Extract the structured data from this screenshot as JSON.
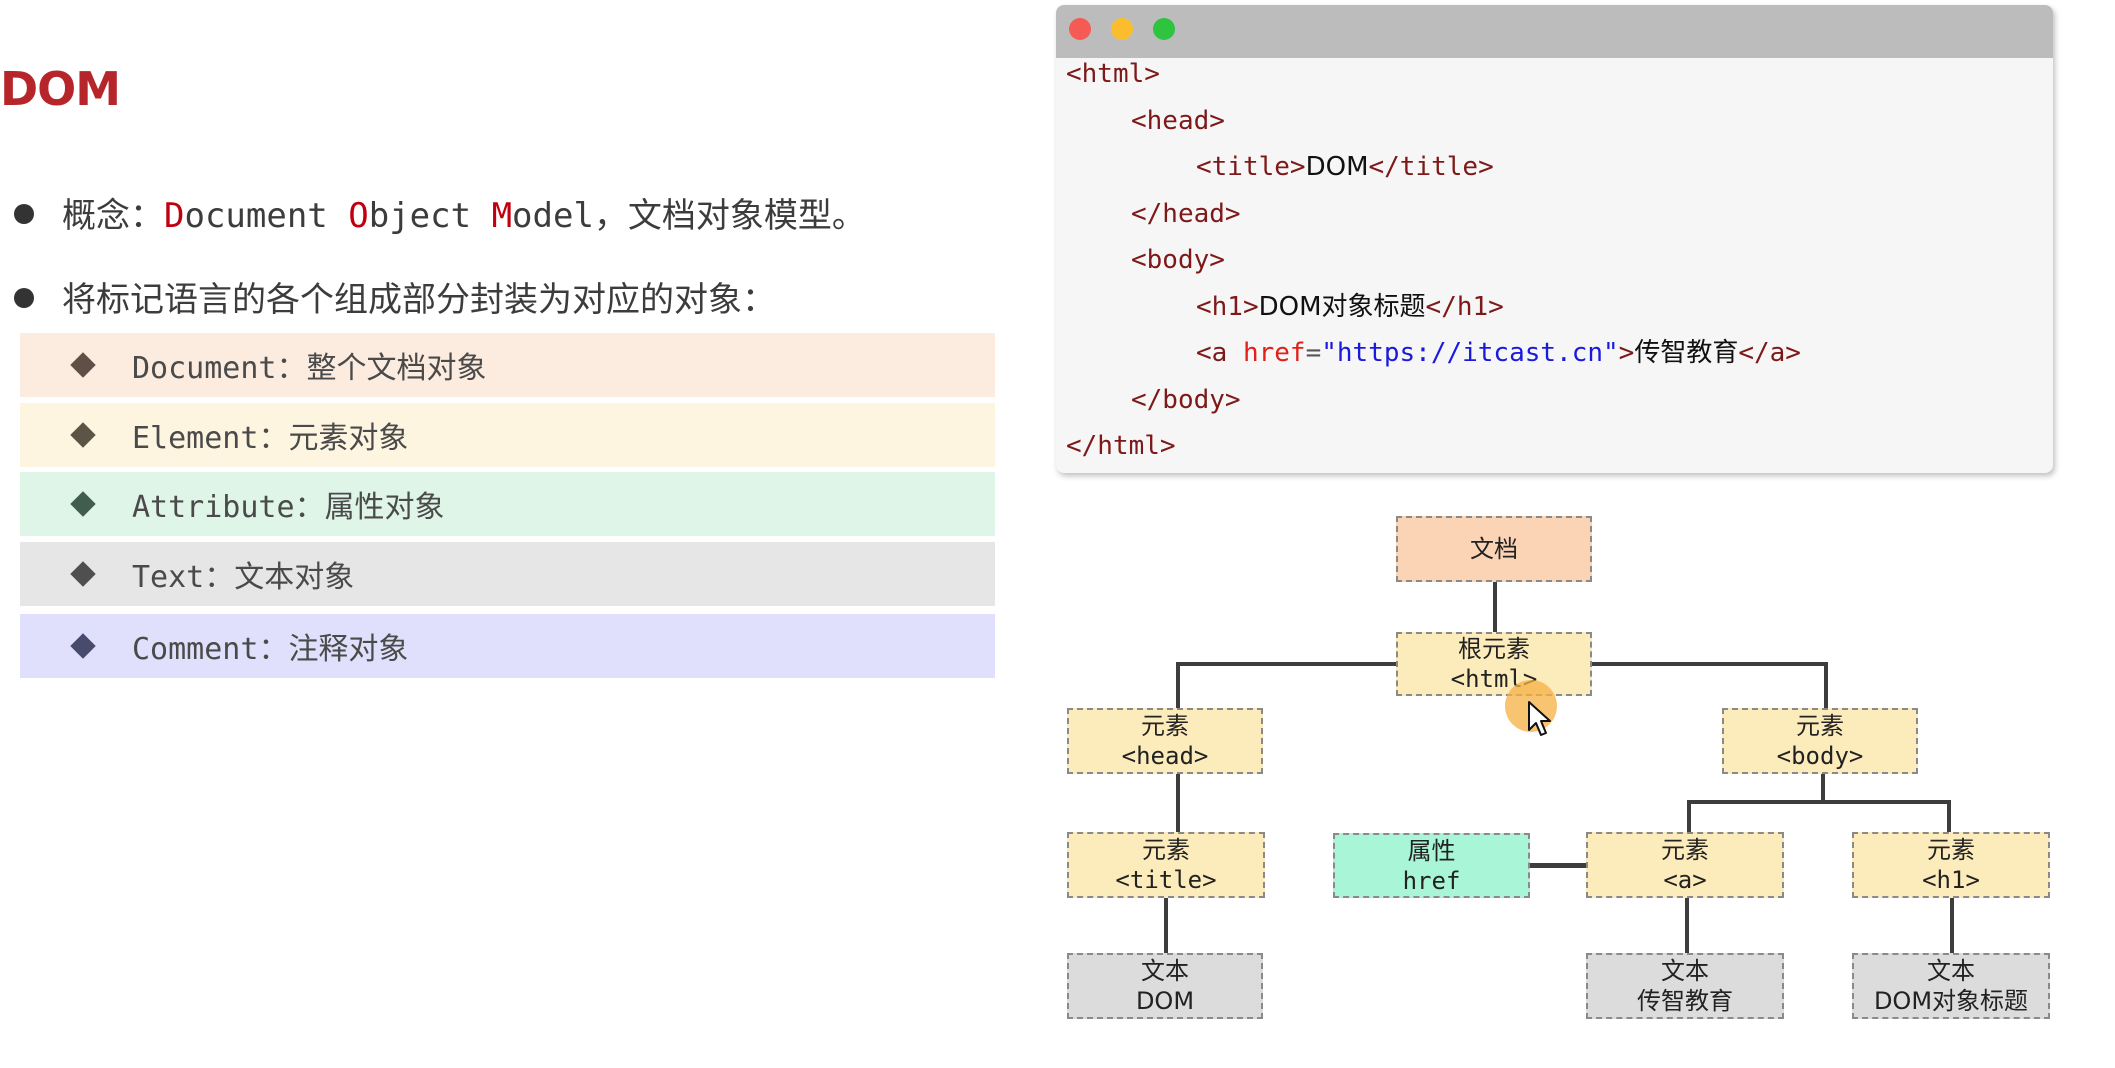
{
  "title": "DOM",
  "bullets": [
    {
      "prefix": "概念：",
      "parts": [
        {
          "hl": "D",
          "rest": "ocument "
        },
        {
          "hl": "O",
          "rest": "bject "
        },
        {
          "hl": "M",
          "rest": "odel"
        }
      ],
      "suffix": "，文档对象模型。"
    },
    {
      "text": "将标记语言的各个组成部分封装为对应的对象："
    }
  ],
  "object_types": [
    {
      "name": "Document",
      "desc": "整个文档对象",
      "bg": "#fcece0",
      "diamond": "#5e5046"
    },
    {
      "name": "Element",
      "desc": "元素对象",
      "bg": "#fef5e1",
      "diamond": "#5c5546"
    },
    {
      "name": "Attribute",
      "desc": "属性对象",
      "bg": "#def5e8",
      "diamond": "#415e4c"
    },
    {
      "name": "Text",
      "desc": "文本对象",
      "bg": "#e6e6e6",
      "diamond": "#4f4f4f"
    },
    {
      "name": "Comment",
      "desc": "注释对象",
      "bg": "#e0e0fc",
      "diamond": "#484a6e"
    }
  ],
  "code_window": {
    "buttons": {
      "close": "#f65a55",
      "minimize": "#fbbd2e",
      "maximize": "#2ec440"
    },
    "lines": [
      {
        "tag_open": "<html>"
      },
      {
        "tag_open": "<head>"
      },
      {
        "tag_open": "<title>",
        "text": "DOM",
        "tag_close": "</title>"
      },
      {
        "tag_open": "</head>"
      },
      {
        "tag_open": "<body>"
      },
      {
        "tag_open": "<h1>",
        "text": "DOM对象标题",
        "tag_close": "</h1>"
      },
      {
        "tag_open": "<a ",
        "attr": "href",
        "eq": "=",
        "value": "\"https://itcast.cn\"",
        "gt": ">",
        "text": "传智教育",
        "tag_close": "</a>"
      },
      {
        "tag_open": "</body>"
      },
      {
        "tag_open": "</html>"
      }
    ]
  },
  "tree": {
    "colors": {
      "document": "#fbd3b5",
      "element": "#fdecbb",
      "attribute": "#a8f5d8",
      "text": "#dcdcdc"
    },
    "nodes": {
      "document": {
        "line1": "文档"
      },
      "html": {
        "line1": "根元素",
        "line2": "<html>"
      },
      "head": {
        "line1": "元素",
        "line2": "<head>"
      },
      "body": {
        "line1": "元素",
        "line2": "<body>"
      },
      "title": {
        "line1": "元素",
        "line2": "<title>"
      },
      "href": {
        "line1": "属性",
        "line2": "href"
      },
      "a": {
        "line1": "元素",
        "line2": "<a>"
      },
      "h1": {
        "line1": "元素",
        "line2": "<h1>"
      },
      "text_dom": {
        "line1": "文本",
        "line2": "DOM"
      },
      "text_a": {
        "line1": "文本",
        "line2": "传智教育"
      },
      "text_h1": {
        "line1": "文本",
        "line2": "DOM对象标题"
      }
    }
  }
}
